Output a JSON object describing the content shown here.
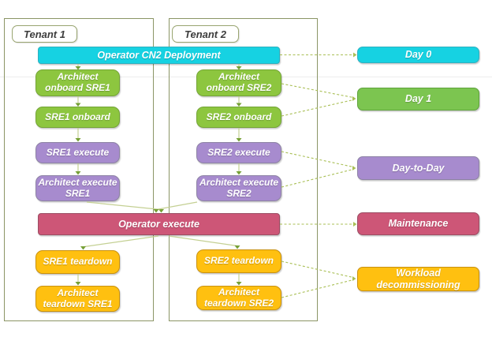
{
  "tenant1": {
    "label": "Tenant 1"
  },
  "tenant2": {
    "label": "Tenant 2"
  },
  "bar_deployment": "Operator CN2 Deployment",
  "bar_execute": "Operator execute",
  "flow1": [
    "Architect onboard SRE1",
    "SRE1 onboard",
    "SRE1 execute",
    "Architect execute SRE1",
    "SRE1 teardown",
    "Architect teardown SRE1"
  ],
  "flow2": [
    "Architect onboard SRE2",
    "SRE2 onboard",
    "SRE2 execute",
    "Architect execute SRE2",
    "SRE2 teardown",
    "Architect teardown SRE2"
  ],
  "legend": [
    {
      "label": "Day 0",
      "color": "#16D2E2"
    },
    {
      "label": "Day 1",
      "color": "#7CC550"
    },
    {
      "label": "Day-to-Day",
      "color": "#A78BCE"
    },
    {
      "label": "Maintenance",
      "color": "#CD5677"
    },
    {
      "label": "Workload decommissioning",
      "color": "#FFC010"
    }
  ],
  "colors": {
    "deployment_bar": "#16D2E2",
    "onboard_boxes": "#8DC63F",
    "execute_boxes": "#A78BCE",
    "operator_execute_bar": "#CD5677",
    "teardown_boxes": "#FFC010",
    "connectors": "#A9BF55",
    "tenant_border": "#8B9565",
    "box_text": "#FFFFFF",
    "tenant_label_text": "#3D3D3D"
  }
}
